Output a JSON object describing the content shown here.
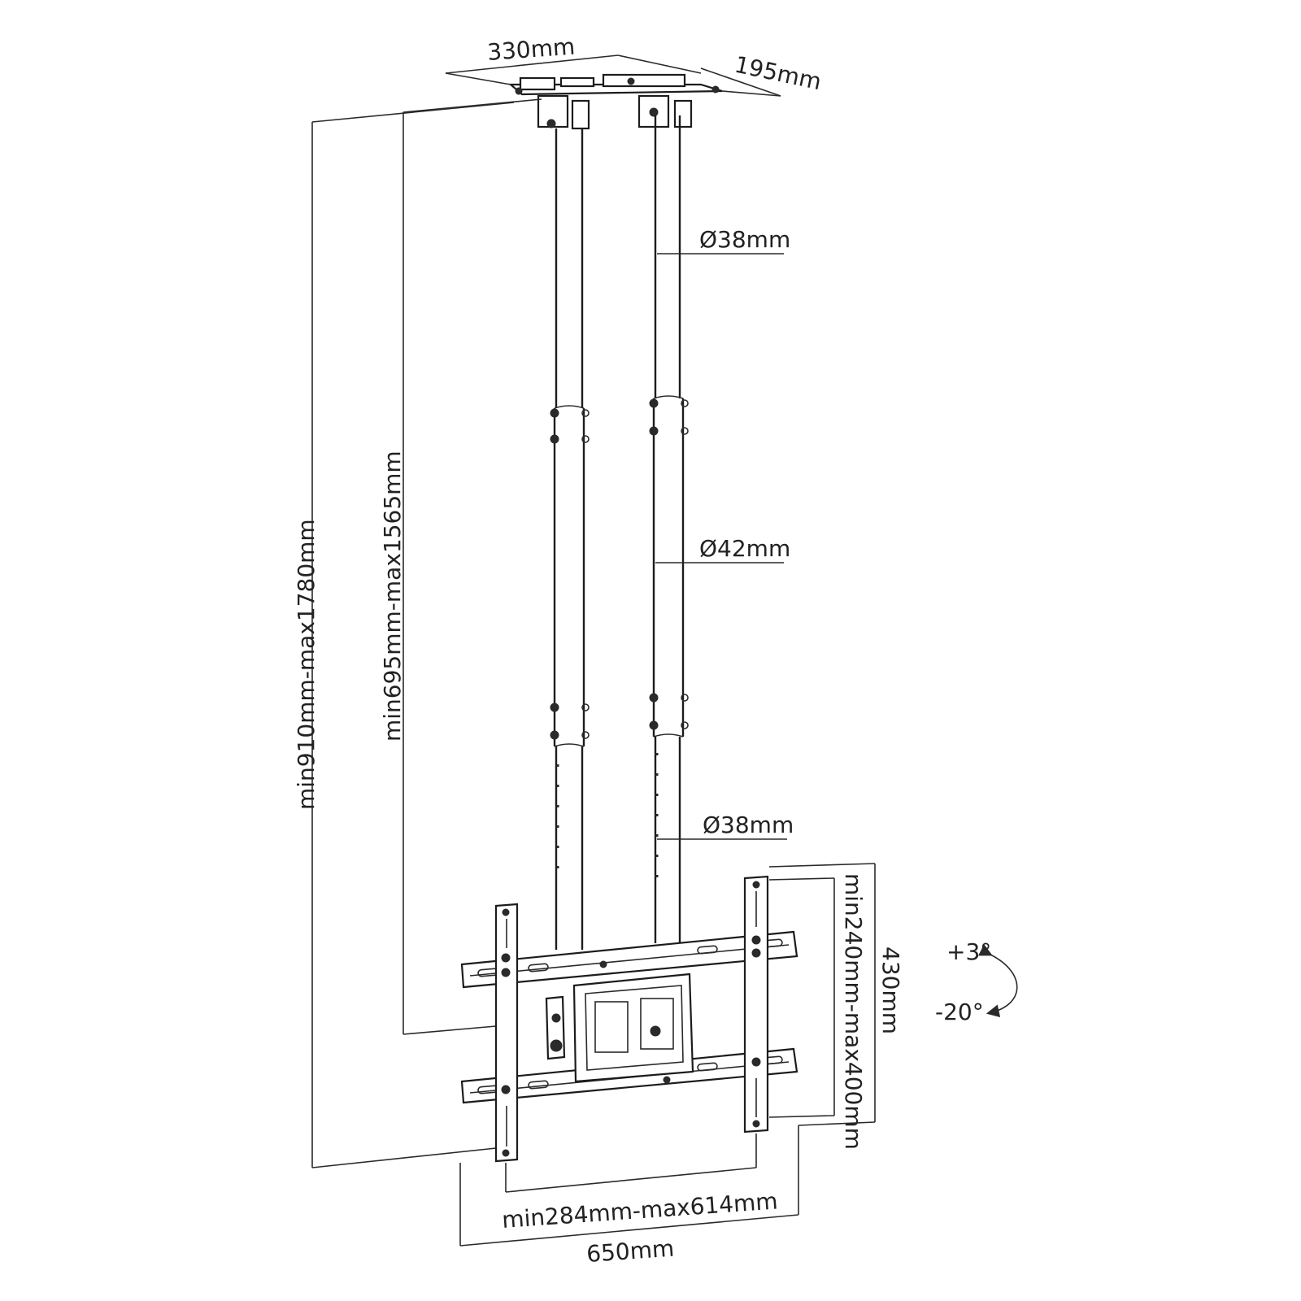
{
  "dimensions": {
    "ceiling_plate_width": "330mm",
    "ceiling_plate_depth": "195mm",
    "upper_pole_diameter": "Ø38mm",
    "middle_pole_diameter": "Ø42mm",
    "lower_pole_diameter": "Ø38mm",
    "total_height_range": "min910mm-max1780mm",
    "pole_height_range": "min695mm-max1565mm",
    "vesa_vertical_range": "min240mm-max400mm",
    "bracket_height": "430mm",
    "vesa_horizontal_range": "min284mm-max614mm",
    "bracket_width": "650mm",
    "tilt_up": "+3°",
    "tilt_down": "-20°"
  },
  "colors": {
    "line": "#2a2a2a",
    "background": "#ffffff"
  }
}
